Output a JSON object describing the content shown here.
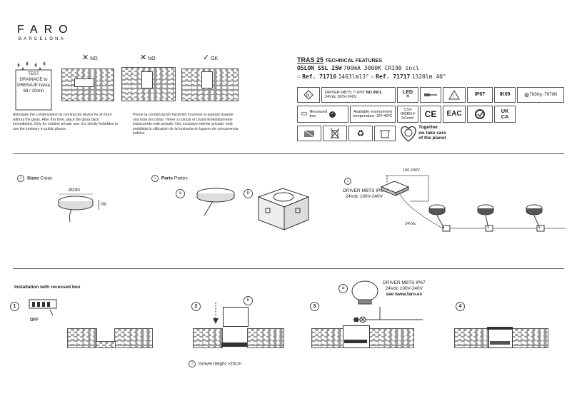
{
  "logo": {
    "main": "FARO",
    "sub": "BARCELONA"
  },
  "drainage": {
    "test_lines": [
      "TEST",
      "DRAINAGE to",
      "DRENAJE hasta",
      "6lt / 10min"
    ],
    "no1": "NO",
    "no2": "NO",
    "ok": "OK",
    "text_en": "Anticipate the condensation by running the device for an hour without the glass. After this time, place the glass back immediately. Only for outdoor private use: it is strictly forbidden to use the luminary in public places.",
    "text_es": "Prever la condensación haciendo funcionar el aparato durante una hora sin cristal. Volver a colocar el cristal inmediatamente transcurrido este periodo. Uso exclusivo exterior privado: está prohibida la utilización de la luminaria en lugares de concurrencia publica."
  },
  "tech": {
    "model": "TRAS 25",
    "heading": "TECHNICAL FEATURES",
    "led_bold": "OSLON SSL 25W",
    "led_rest": "700mA 3000K CRI90 incl",
    "ref1_label": "Ref. 71716",
    "ref1_value": "1463lm13°",
    "ref2_label": "Ref. 71717",
    "ref2_value": "1320lm 40°",
    "driver_line1": "DRIVER MBTS",
    "driver_ip": "IP67",
    "driver_noincl": "NO INCL",
    "driver_line2": "24Vdc 100V-240V",
    "led_icon": "LED",
    "ip67": "IP67",
    "ik09": "IK09",
    "weight": "783Kg -7679N",
    "recessed_line1": "Recessed",
    "recessed_line2": "box",
    "env_line1": "Available environment",
    "env_line2": "temperature -20º-40ºC",
    "cable_lines": [
      "0,5m",
      "H05RN-F",
      "2x1mm²"
    ],
    "ce": "CE",
    "eac": "EAC",
    "ukca_top": "UK",
    "ukca_bottom": "CA",
    "planet_lines": [
      "Together",
      "we take care",
      "of the planet"
    ]
  },
  "sizes": {
    "label_bold": "Sizes",
    "label_rest": "Cotas",
    "diameter": "Ø200",
    "height": "80"
  },
  "parts": {
    "label_bold": "Parts",
    "label_rest": "Partes",
    "a": "a",
    "b": "b"
  },
  "wiring": {
    "driver_line1": "DRIVER MBTS IP67",
    "driver_line2": "24Vdc 100V-240V",
    "ac": "100-240V",
    "dc": "24Vdc"
  },
  "install": {
    "heading": "Installation with recessed box",
    "step1": "1",
    "step2": "2",
    "step3": "3",
    "step4": "4",
    "off": "OFF",
    "b": "b",
    "a": "a",
    "gravel": "Gravel height >25cm",
    "driver_line1": "DRIVER MBTS IP67",
    "driver_line2": "24Vdc 100V-240V",
    "driver_line3": "see www.faro.es"
  }
}
